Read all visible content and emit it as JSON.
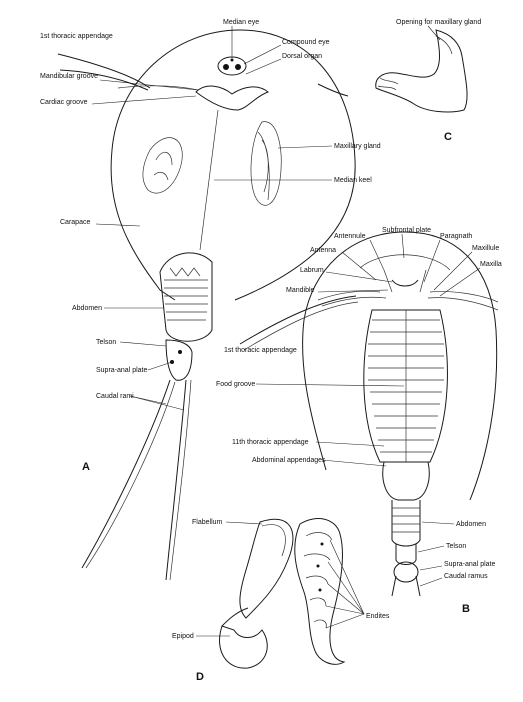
{
  "figure": {
    "panels": [
      "A",
      "B",
      "C",
      "D"
    ],
    "labels_a": {
      "first_thoracic_appendage": "1st thoracic appendage",
      "median_eye": "Median eye",
      "compound_eye": "Compound eye",
      "dorsal_organ": "Dorsal organ",
      "mandibular_groove": "Mandibular groove",
      "cardiac_groove": "Cardiac groove",
      "maxillary_gland": "Maxillary gland",
      "median keel": "Median keel",
      "carapace": "Carapace",
      "abdomen": "Abdomen",
      "telson": "Telson",
      "supra_anal_plate": "Supra-anal plate",
      "caudal_rami": "Caudal rami"
    },
    "labels_b": {
      "subfrontal_plate": "Subfrontal plate",
      "antennule": "Antennule",
      "paragnath": "Paragnath",
      "maxillule": "Maxillule",
      "maxilla": "Maxilla",
      "antenna": "Antenna",
      "labrum": "Labrum",
      "mandible": "Mandible",
      "first_thoracic_appendage": "1st thoracic appendage",
      "food_groove": "Food groove",
      "eleventh_thoracic_appendage": "11th thoracic appendage",
      "abdominal_appendages": "Abdominal appendages",
      "abdomen": "Abdomen",
      "telson": "Telson",
      "supra_anal_plate": "Supra-anal plate",
      "caudal_ramus": "Caudal ramus"
    },
    "labels_c": {
      "opening_maxillary_gland": "Opening for maxillary gland"
    },
    "labels_d": {
      "flabellum": "Flabellum",
      "epipod": "Epipod",
      "endites": "Endites"
    }
  }
}
